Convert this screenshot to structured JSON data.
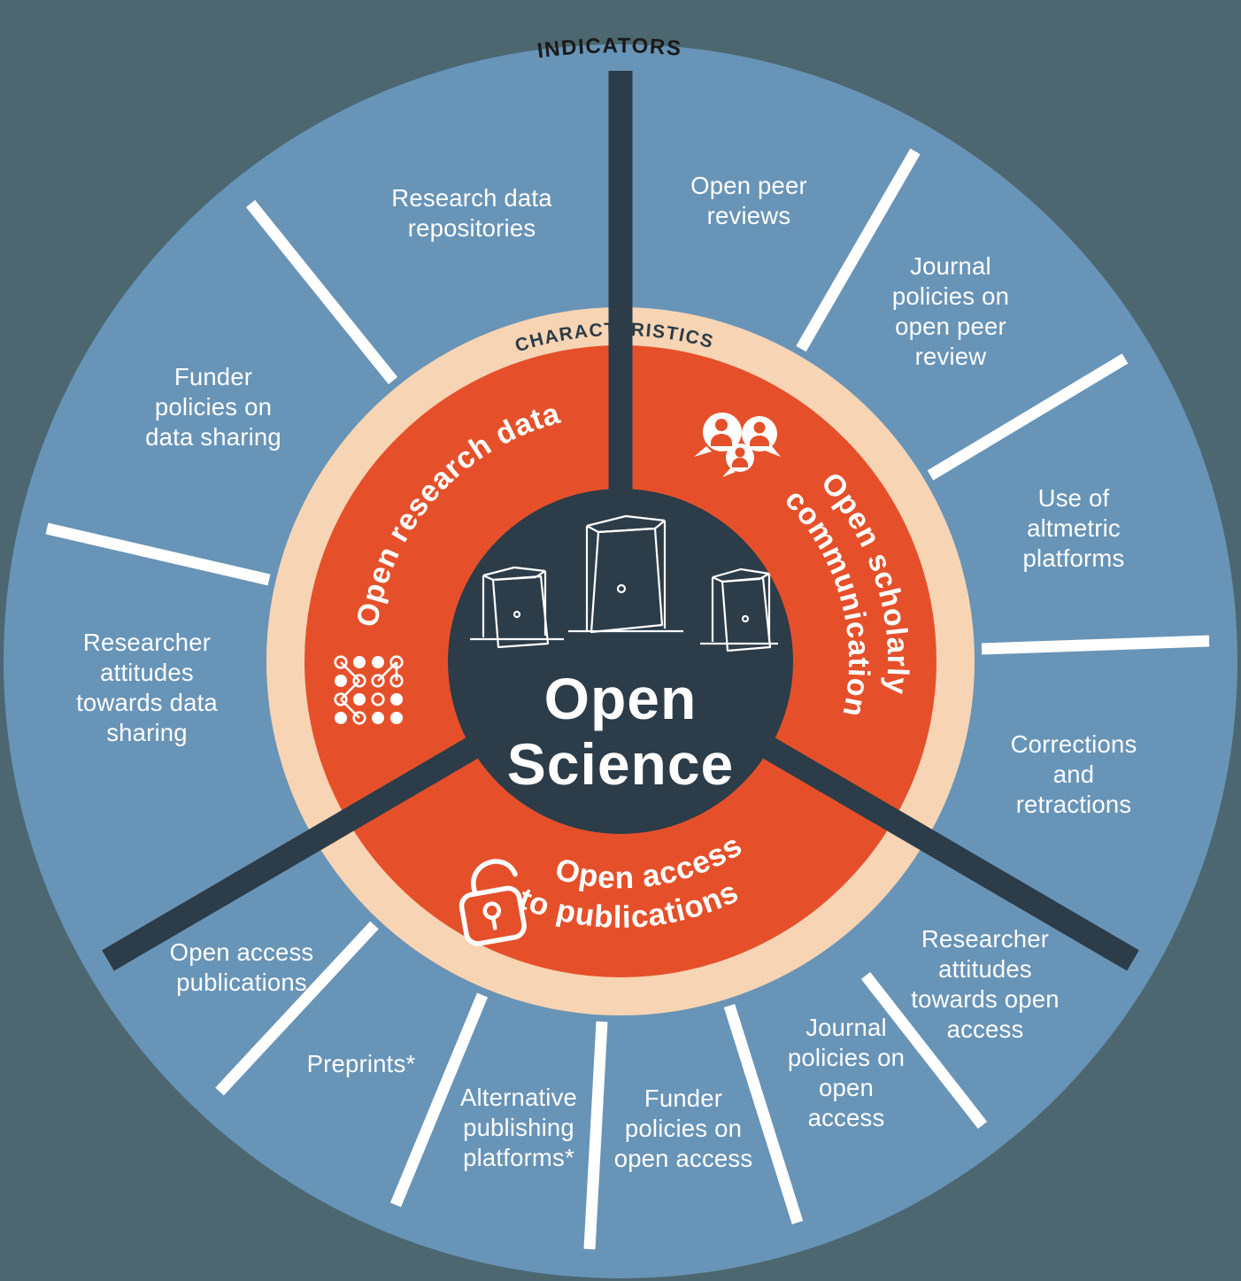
{
  "colors": {
    "background": "#4c6770",
    "indicators_ring_blue": "#6894b7",
    "characteristics_ring_cream": "#f7d4b3",
    "segments_orange": "#e5502a",
    "center_navy": "#2c3c48",
    "divider_white": "#ffffff",
    "indicators_text": "#1a1a1a"
  },
  "rings": {
    "indicators_label": "INDICATORS",
    "characteristics_label": "CHARACTERISTICS"
  },
  "center": {
    "title_line1": "Open",
    "title_line2": "Science",
    "icon": "open-doors-icon"
  },
  "segments": [
    {
      "id": "open-research-data",
      "label": "Open research data",
      "icon": "data-network-icon"
    },
    {
      "id": "open-scholarly-communication",
      "label_line1": "Open scholarly",
      "label_line2": "communication",
      "icon": "speech-people-icon"
    },
    {
      "id": "open-access-to-publications",
      "label_line1": "Open access",
      "label_line2": "to publications",
      "icon": "open-padlock-icon"
    }
  ],
  "indicators": [
    {
      "id": "open-peer-reviews",
      "label": "Open peer\nreviews"
    },
    {
      "id": "journal-policies-on-open-peer-review",
      "label": "Journal\npolicies on\nopen peer\nreview"
    },
    {
      "id": "use-of-altmetric-platforms",
      "label": "Use of\naltmetric\nplatforms"
    },
    {
      "id": "corrections-and-retractions",
      "label": "Corrections\nand\nretractions"
    },
    {
      "id": "researcher-attitudes-towards-open-access",
      "label": "Researcher\nattitudes\ntowards open\naccess"
    },
    {
      "id": "journal-policies-on-open-access",
      "label": "Journal\npolicies on\nopen\naccess"
    },
    {
      "id": "funder-policies-on-open-access",
      "label": "Funder\npolicies on\nopen access"
    },
    {
      "id": "alternative-publishing-platforms",
      "label": "Alternative\npublishing\nplatforms*"
    },
    {
      "id": "preprints",
      "label": "Preprints*"
    },
    {
      "id": "open-access-publications",
      "label": "Open access\npublications"
    },
    {
      "id": "researcher-attitudes-towards-data-sharing",
      "label": "Researcher\nattitudes\ntowards data\nsharing"
    },
    {
      "id": "funder-policies-on-data-sharing",
      "label": "Funder\npolicies on\ndata sharing"
    },
    {
      "id": "research-data-repositories",
      "label": "Research data\nrepositories"
    }
  ]
}
